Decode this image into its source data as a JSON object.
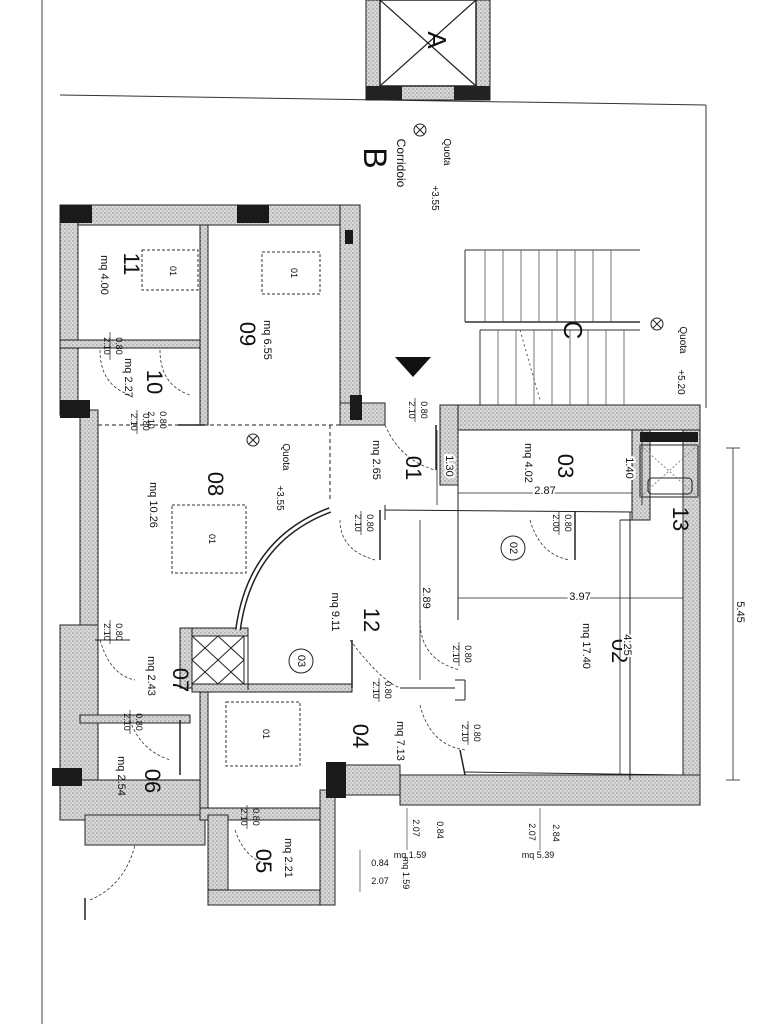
{
  "areas": {
    "A": {
      "letter": "A"
    },
    "B": {
      "letter": "B",
      "name": "Corridoio",
      "quota_label": "Quota",
      "quota_value": "+3.55"
    },
    "C": {
      "letter": "C",
      "quota_label": "Quota",
      "quota_value": "+5.20"
    }
  },
  "rooms": [
    {
      "num": "11",
      "area": "mq 4.00"
    },
    {
      "num": "09",
      "area": "mq 6.55"
    },
    {
      "num": "10",
      "area": "mq 2.27"
    },
    {
      "num": "08",
      "area": "mq 10.26",
      "quota_label": "Quota",
      "quota_value": "+3.55"
    },
    {
      "num": "01",
      "area": "mq 2.65"
    },
    {
      "num": "03",
      "area": "mq 4.02"
    },
    {
      "num": "13"
    },
    {
      "num": "02",
      "area": "mq 17.40"
    },
    {
      "num": "12",
      "area": "mq 9.11"
    },
    {
      "num": "07",
      "area": "mq 2.43"
    },
    {
      "num": "04",
      "area": "mq 7.13"
    },
    {
      "num": "06",
      "area": "mq 2.54"
    },
    {
      "num": "05",
      "area": "mq 2.21"
    }
  ],
  "circles": [
    "02",
    "03"
  ],
  "doors": [
    {
      "w": "0.80",
      "h": "2.10"
    },
    {
      "w": "0.80",
      "h": "2.10"
    },
    {
      "w": "0.80",
      "h": "2.10"
    },
    {
      "w": "0.80",
      "h": "2.10"
    },
    {
      "w": "0.80",
      "h": "2.00"
    },
    {
      "w": "0.80",
      "h": "2.10"
    },
    {
      "w": "0.80",
      "h": "2.10"
    },
    {
      "w": "0.80",
      "h": "2.10"
    },
    {
      "w": "0.80",
      "h": "2.10"
    },
    {
      "w": "0.80",
      "h": "2.10"
    },
    {
      "w": "0.80",
      "h": "2.10"
    },
    {
      "w": "0.80",
      "h": "2.10"
    },
    {
      "w": "0.80",
      "h": "2.10"
    }
  ],
  "dimensions": [
    "1.30",
    "1.40",
    "2.87",
    "3.97",
    "2.89",
    "4.25",
    "5.45"
  ],
  "windows": [
    {
      "w": "0.84",
      "h": "2.07"
    },
    {
      "w": "2.84",
      "h": "2.07",
      "area": "mq 5.39"
    },
    {
      "w": "0.84",
      "h": "2.07",
      "area": "mq 1.59"
    },
    {
      "w": "0.84",
      "h": "2.07",
      "area": "mq 1.59"
    }
  ],
  "fixture_label": "01"
}
